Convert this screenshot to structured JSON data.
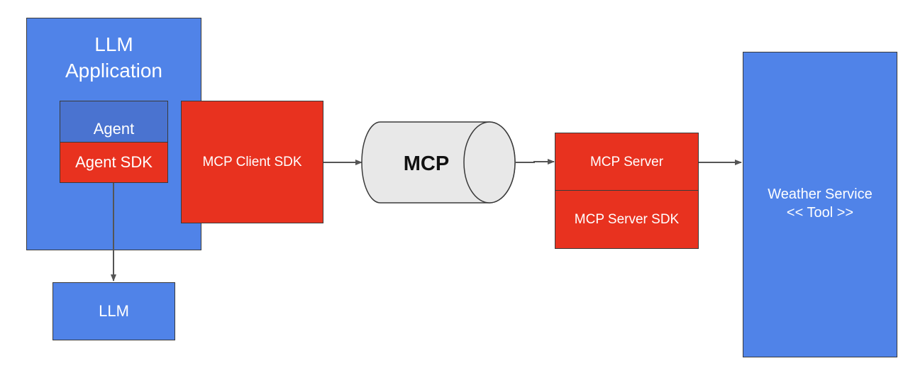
{
  "llm_application": {
    "title_line1": "LLM",
    "title_line2": "Application"
  },
  "agent": {
    "label": "Agent"
  },
  "agent_sdk": {
    "label": "Agent SDK"
  },
  "mcp_client_sdk": {
    "label": "MCP Client SDK"
  },
  "llm": {
    "label": "LLM"
  },
  "mcp_channel": {
    "label": "MCP"
  },
  "mcp_server": {
    "label": "MCP Server"
  },
  "mcp_server_sdk": {
    "label": "MCP Server SDK"
  },
  "weather_service": {
    "line1": "Weather Service",
    "line2": "<< Tool >>"
  },
  "colors": {
    "blue": "#5083e8",
    "dark_blue": "#4a73d0",
    "red": "#e8321f",
    "cylinder": "#e8e8e8",
    "stroke": "#3a3a3a"
  }
}
